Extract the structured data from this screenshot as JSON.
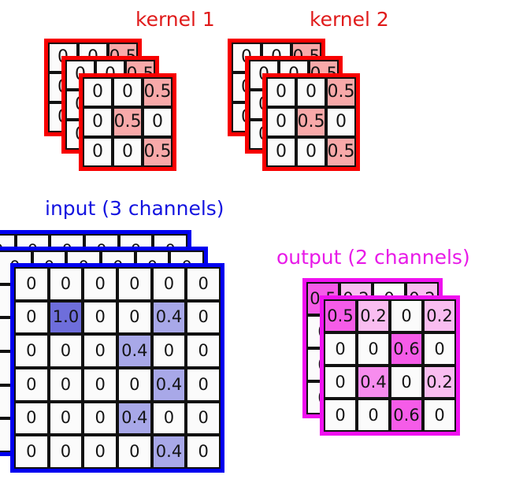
{
  "diagram": {
    "type": "cnn-convolution-illustration",
    "colors": {
      "kernel_title": "#e01b1b",
      "kernel_border": "#f80000",
      "kernel_highlight": "#f8a9a9",
      "input_title": "#1414e0",
      "input_border": "#0000f0",
      "input_highlight_strong": "#6e6edb",
      "input_highlight_light": "#a8a8e8",
      "output_title": "#e81ae8",
      "output_border": "#f011f0",
      "output_highlight_strong": "#f55ce8",
      "output_highlight_mid": "#f78cee",
      "output_highlight_light": "#f9bdf0",
      "cell_background": "#fbfbfb",
      "cell_line": "#111111"
    },
    "groups": [
      {
        "name": "kernel1",
        "title": "kernel 1",
        "channels": 3,
        "rows": 3,
        "cols": 3,
        "values": [
          [
            "0",
            "0",
            "0.5"
          ],
          [
            "0",
            "0.5",
            "0"
          ],
          [
            "0",
            "0",
            "0.5"
          ]
        ],
        "highlights": [
          [
            0,
            0,
            1
          ],
          [
            0,
            1,
            0
          ],
          [
            0,
            0,
            1
          ]
        ]
      },
      {
        "name": "kernel2",
        "title": "kernel 2",
        "channels": 3,
        "rows": 3,
        "cols": 3,
        "values": [
          [
            "0",
            "0",
            "0.5"
          ],
          [
            "0",
            "0.5",
            "0"
          ],
          [
            "0",
            "0",
            "0.5"
          ]
        ],
        "highlights": [
          [
            0,
            0,
            1
          ],
          [
            0,
            1,
            0
          ],
          [
            0,
            0,
            1
          ]
        ]
      },
      {
        "name": "input",
        "title": "input (3 channels)",
        "channels": 3,
        "rows": 6,
        "cols": 6,
        "values": [
          [
            "0",
            "0",
            "0",
            "0",
            "0",
            "0"
          ],
          [
            "0",
            "1.0",
            "0",
            "0",
            "0.4",
            "0"
          ],
          [
            "0",
            "0",
            "0",
            "0.4",
            "0",
            "0"
          ],
          [
            "0",
            "0",
            "0",
            "0",
            "0.4",
            "0"
          ],
          [
            "0",
            "0",
            "0",
            "0.4",
            "0",
            "0"
          ],
          [
            "0",
            "0",
            "0",
            "0",
            "0.4",
            "0"
          ]
        ],
        "highlights": [
          [
            0,
            0,
            0,
            0,
            0,
            0
          ],
          [
            0,
            2,
            0,
            0,
            1,
            0
          ],
          [
            0,
            0,
            0,
            1,
            0,
            0
          ],
          [
            0,
            0,
            0,
            0,
            1,
            0
          ],
          [
            0,
            0,
            0,
            1,
            0,
            0
          ],
          [
            0,
            0,
            0,
            0,
            1,
            0
          ]
        ]
      },
      {
        "name": "output",
        "title": "output (2 channels)",
        "channels": 2,
        "rows": 4,
        "cols": 4,
        "values": [
          [
            "0.5",
            "0.2",
            "0",
            "0.2"
          ],
          [
            "0",
            "0",
            "0.6",
            "0"
          ],
          [
            "0",
            "0.4",
            "0",
            "0.2"
          ],
          [
            "0",
            "0",
            "0.6",
            "0"
          ]
        ],
        "highlights": [
          [
            3,
            1,
            0,
            1
          ],
          [
            0,
            0,
            3,
            0
          ],
          [
            0,
            2,
            0,
            1
          ],
          [
            0,
            0,
            3,
            0
          ]
        ]
      }
    ]
  }
}
